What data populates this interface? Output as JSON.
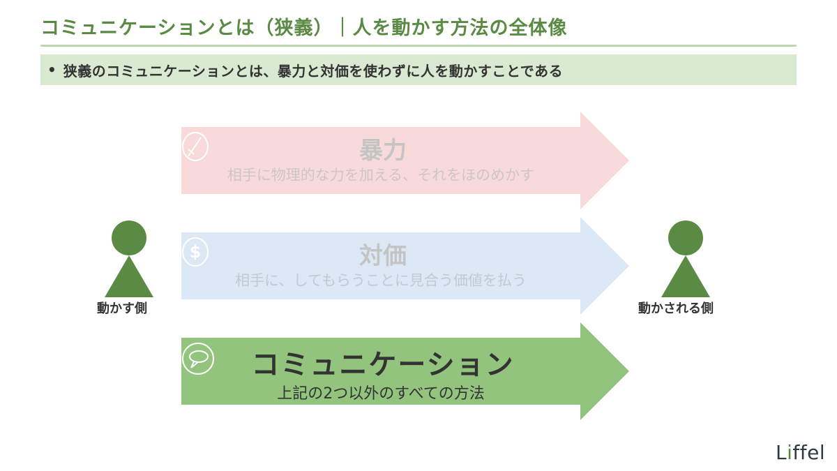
{
  "header": {
    "title": "コミュニケーションとは（狭義）｜人を動かす方法の全体像"
  },
  "summary": {
    "bullet": "•",
    "text": "狭義のコミュニケーションとは、暴力と対価を使わずに人を動かすことである"
  },
  "actors": {
    "left": {
      "label": "動かす側",
      "icon": "person-icon"
    },
    "right": {
      "label": "動かされる側",
      "icon": "person-icon"
    }
  },
  "methods": [
    {
      "title": "暴力",
      "subtitle": "相手に物理的な力を加える、それをほのめかす",
      "icon": "sword-icon",
      "color": "#f8dada",
      "state": "faded"
    },
    {
      "title": "対価",
      "subtitle": "相手に、してもらうことに見合う価値を払う",
      "icon": "dollar-icon",
      "color": "#dde8f6",
      "state": "faded"
    },
    {
      "title": "コミュニケーション",
      "subtitle": "上記の2つ以外のすべての方法",
      "icon": "speech-bubble-icon",
      "color": "#93c47d",
      "state": "highlighted"
    }
  ],
  "colors": {
    "accent": "#5a8a43",
    "rule": "#bcd6b0",
    "summary_bg": "#d9e9d2"
  },
  "brand": {
    "logo_prefix": "L",
    "logo_leaf": "i",
    "logo_suffix": "ffel"
  }
}
